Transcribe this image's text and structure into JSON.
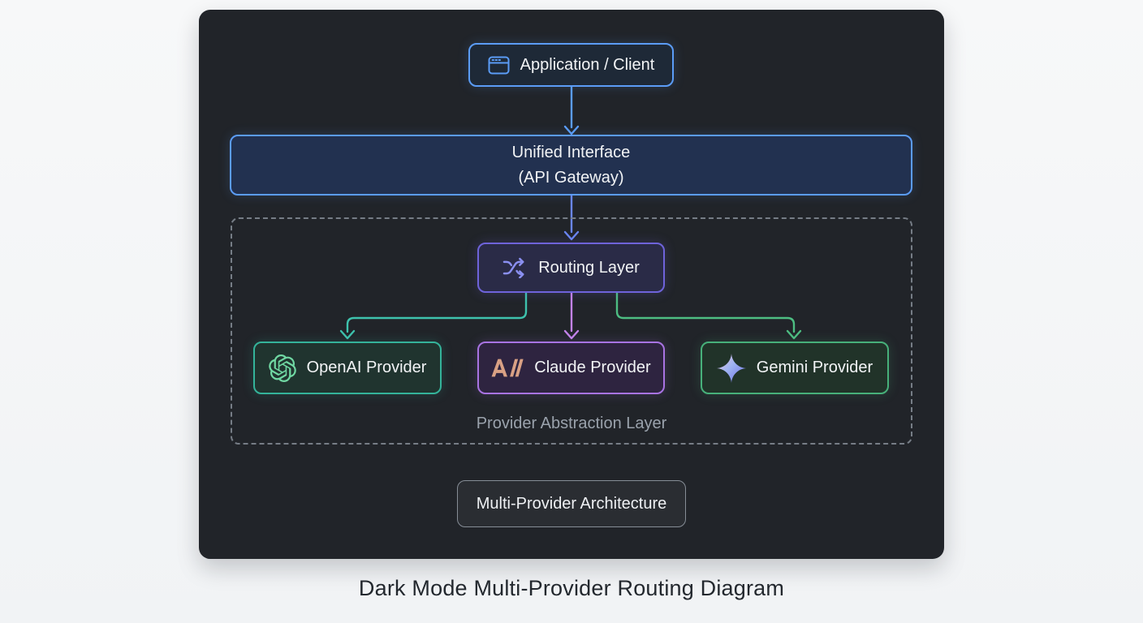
{
  "caption": "Dark Mode Multi-Provider Routing Diagram",
  "diagram": {
    "group_label": "Provider Abstraction Layer",
    "nodes": {
      "app_client": {
        "label": "Application / Client",
        "icon": "app-window-icon",
        "accent": "#5b9cf6"
      },
      "unified": {
        "label_line1": "Unified Interface",
        "label_line2": "(API Gateway)",
        "accent": "#5b9cf6"
      },
      "routing": {
        "label": "Routing Layer",
        "icon": "shuffle-icon",
        "accent": "#6e63da"
      },
      "openai": {
        "label": "OpenAI Provider",
        "icon": "openai-logo-icon",
        "accent": "#34b39a"
      },
      "claude": {
        "label": "Claude Provider",
        "icon": "anthropic-logo-icon",
        "accent": "#a873e2"
      },
      "gemini": {
        "label": "Gemini Provider",
        "icon": "gemini-logo-icon",
        "accent": "#47b07a"
      },
      "architecture": {
        "label": "Multi-Provider Architecture",
        "accent": "#868d96"
      }
    },
    "connector_colors": {
      "app_to_unified": "#5b9cf6",
      "unified_to_routing": "#6a86f2",
      "routing_to_openai": "#3ec2ad",
      "routing_to_claude": "#c383ea",
      "routing_to_gemini": "#4dbd82"
    },
    "panel_background": "#212429",
    "page_background": "#f5f6f8"
  }
}
